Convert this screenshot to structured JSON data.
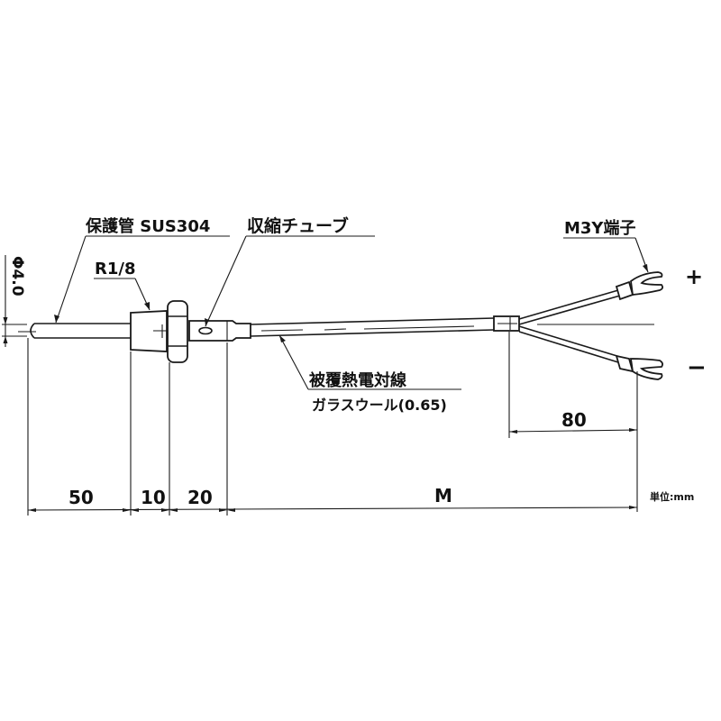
{
  "drawing": {
    "type": "thermocouple-dimension-drawing",
    "colors": {
      "line": "#1a1a1a",
      "background": "#ffffff"
    },
    "labels": {
      "protection_tube": "保護管 SUS304",
      "thread": "R1/8",
      "shrink_tube": "収縮チューブ",
      "wire": "被覆熱電対線",
      "wire_spec": "ガラスウール(0.65)",
      "terminal": "M3Y端子",
      "diameter": "Φ4.0",
      "plus": "+",
      "minus": "−",
      "unit": "単位:mm"
    },
    "dimensions": {
      "tip_length": "50",
      "thread_length": "10",
      "shrink_length": "20",
      "lead_length": "M",
      "split_length": "80"
    }
  }
}
